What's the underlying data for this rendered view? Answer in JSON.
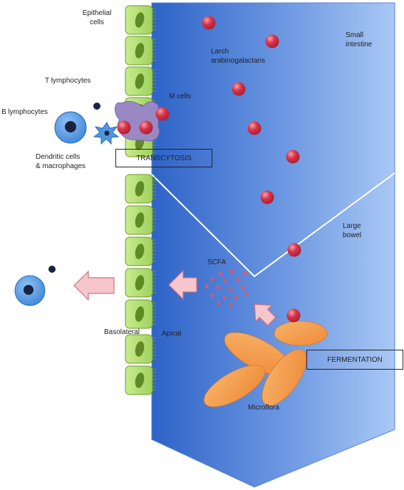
{
  "labels": {
    "epithelial": "Epithelial\ncells",
    "small_intestine": "Small\nintestine",
    "larch": "Larch\narabinogalactans",
    "t_lymph": "T lymphocytes",
    "m_cells": "M cells",
    "b_lymph": "B lymphocytes",
    "dendritic": "Dendritic cells\n& macrophages",
    "transcytosis": "TRANSCYTOSIS",
    "large_bowel": "Large\nbowel",
    "scfa": "SCFA",
    "basolateral": "Basolateral",
    "apical": "Apical",
    "fermentation": "FERMENTATION",
    "microflora": "Microflora"
  },
  "colors": {
    "lumen_dark": "#2d63c8",
    "lumen_light": "#a9c8f4",
    "cell_fill": "#b7e07a",
    "cell_stroke": "#6f9a2e",
    "nucleus": "#5f8a26",
    "particle": "#d9344a",
    "bacteria": "#f39a4b",
    "arrow_fill": "#f7c6cc",
    "arrow_stroke": "#d3707d",
    "m_cell": "#9a88c4",
    "immune_cell": "#3f86d8",
    "dark_cell": "#1a2340"
  }
}
